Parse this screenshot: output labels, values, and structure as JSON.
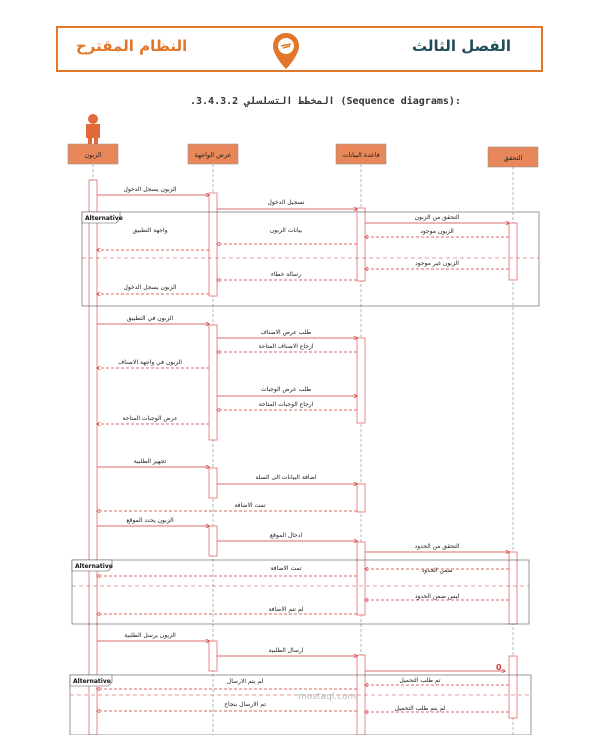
{
  "header": {
    "chapter": "الفصل الثالث",
    "title": "النظام المقترح"
  },
  "section_title": ".3.4.3.2 المخطط التسلسلي (Sequence diagrams):",
  "actors": {
    "customer": "الزبون",
    "ui": "عرض الواجهة",
    "db": "قاعدة البيانات",
    "verify": "التحقق"
  },
  "fragment_label": "Alternative",
  "messages": {
    "m1": "الزبون يسجل الدخول",
    "m2": "تسجيل الدخول",
    "m3": "التحقق من الزبون",
    "m4": "الزبون موجود",
    "m5": "بيانات الزبون",
    "m6": "واجهة التطبيق",
    "m7": "الزبون غير موجود",
    "m8": "رسالة خطاء",
    "m9": "الزبون يسجل الدخول",
    "m10": "الزبون في التطبيق",
    "m11": "طلب عرض الاصناف",
    "m12": "ارجاع الاصناف المتاحة",
    "m13": "الزبون في واجهة الاصناف",
    "m14": "طلب عرض الوجبات",
    "m15": "ارجاع الوجبات المتاحة",
    "m16": "عرض الوجبات المتاحة",
    "m17": "تجهيز الطلبية",
    "m18": "اضافة البيانات الى السلة",
    "m19": "تمت الاضافة",
    "m20": "الزبون يحدد الموقع",
    "m21": "ادخال الموقع",
    "m22": "التحقق من الحدود",
    "m23": "ضمن الحدود",
    "m24": "تمت الاضافة",
    "m25": "ليس ضمن الحدود",
    "m26": "لم تتم الاضافة",
    "m27": "الزبون يرسل الطلبية",
    "m28": "ارسال الطلبية",
    "m29": "تم طلب التحميل",
    "m30": "لم يتم الارسال",
    "m31": "لم يتم طلب التحميل",
    "m32": "تم الارسال بنجاح"
  },
  "counter": "0",
  "watermark": "mostaql.com",
  "colors": {
    "accent": "#e2762a",
    "teal": "#1f4e5b",
    "actor_box": "#e8885a",
    "line": "#d23a3a"
  }
}
